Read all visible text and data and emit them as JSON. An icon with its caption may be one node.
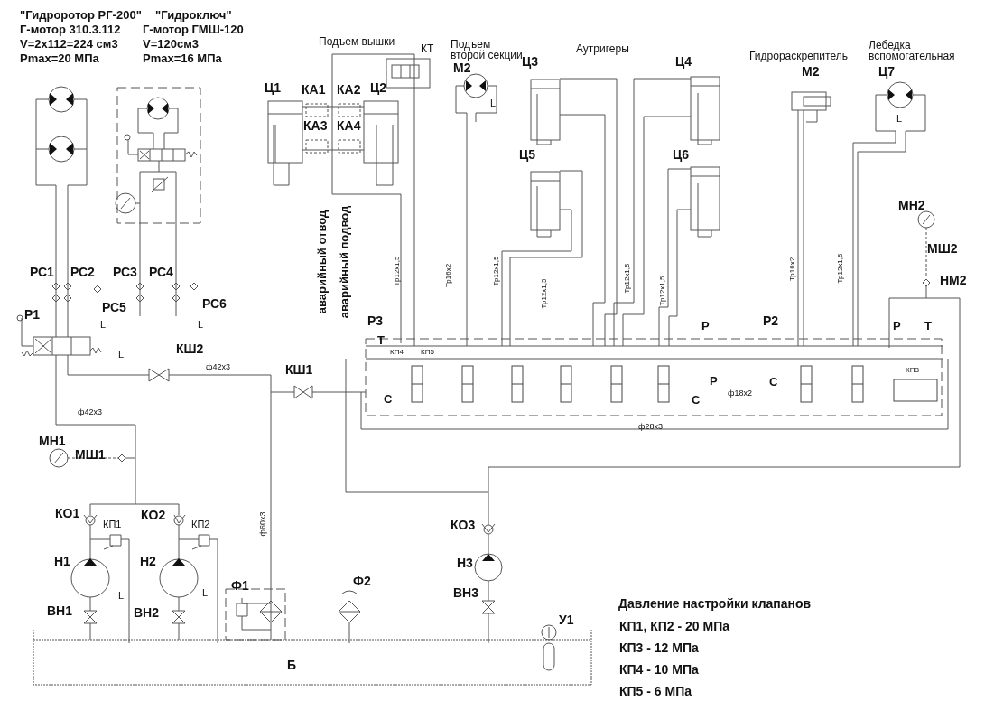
{
  "diagram": {
    "labels": [
      "\"Гидроротор РГ-200\"",
      "Г-мотор 310.3.112",
      "V=2х112=224 см3",
      "Pmax=20 МПа",
      "\"Гидроключ\"",
      "Г-мотор ГМШ-120",
      "V=120см3",
      "Pmax=16 МПа",
      "Подъем вышки",
      "Подъем второй секции",
      "КТ",
      "Аутригеры",
      "Гидрораскрепитель",
      "Лебедка вспомогательная",
      "Ц3",
      "Ц4",
      "М2",
      "М2",
      "Ц7",
      "Ц1",
      "КА1",
      "КА2",
      "Ц2",
      "L",
      "L",
      "КА3",
      "КА4",
      "Ц5",
      "Ц6",
      "МН2",
      "аварийный отвод",
      "аварийный подвод",
      "Тр12х1,5",
      "Тр16х2",
      "Тр12х1,5",
      "Тр12х1,5",
      "Тр12х1,5",
      "Тр12х1,5",
      "Тр16х2",
      "Тр12х1,5",
      "МШ2",
      "РС1",
      "РС2",
      "РС3",
      "РС4",
      "НМ2",
      "РС6",
      "РС5",
      "Р1",
      "L",
      "L",
      "Р3",
      "Р",
      "Р2",
      "Р",
      "Т",
      "Т",
      "L",
      "КШ2",
      "КП4",
      "КП5",
      "КП3",
      "ф42х3",
      "КШ1",
      "Р",
      "С",
      "С",
      "С",
      "ф18х2",
      "ф42х3",
      "ф28х3",
      "МН1",
      "МШ1",
      "КО1",
      "КО2",
      "КП1",
      "КП2",
      "ф60х3",
      "КО3",
      "Н1",
      "Н2",
      "Н3",
      "Ф2",
      "Ф1",
      "L",
      "L",
      "ВН3",
      "Давление настройки клапанов",
      "ВН1",
      "ВН2",
      "У1",
      "КП1, КП2 - 20 МПа",
      "КП3 - 12 МПа",
      "Б",
      "КП4 - 10 МПа",
      "КП5 - 6 МПа"
    ]
  }
}
